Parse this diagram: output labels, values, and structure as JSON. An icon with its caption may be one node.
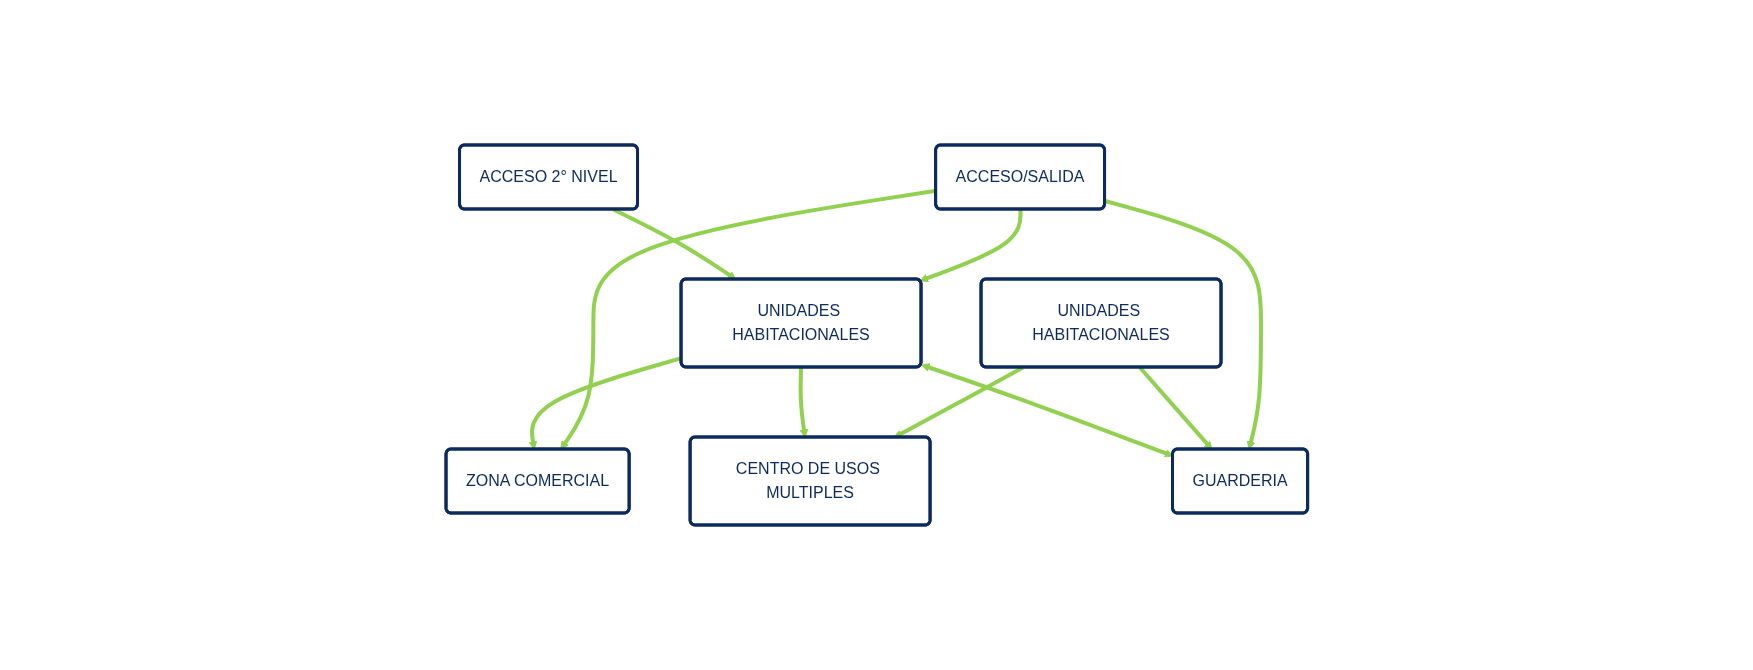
{
  "diagram": {
    "nodes": [
      {
        "text": [
          "ACCESO/SALIDA"
        ]
      },
      {
        "text": [
          "ZONA COMERCIAL"
        ]
      },
      {
        "text": [
          "GUARDERIA"
        ]
      },
      {
        "text": [
          "UNIDADES HABITACIONALES"
        ]
      },
      {
        "text": [
          "ACCESO 2° NIVEL"
        ]
      },
      {
        "text": [
          "UNIDADES HABITACIONALES"
        ]
      },
      {
        "text": [
          "CENTRO DE USOS MULTIPLES"
        ]
      }
    ],
    "edges": [
      {
        "from": 0,
        "to": 1,
        "arrow": "to"
      },
      {
        "from": 0,
        "to": 5,
        "arrow": "to"
      },
      {
        "from": 0,
        "to": 2,
        "arrow": "to"
      },
      {
        "from": 3,
        "to": 2,
        "arrow": "to"
      },
      {
        "from": 3,
        "to": 6,
        "arrow": "to"
      },
      {
        "from": 4,
        "to": 5,
        "arrow": "to"
      },
      {
        "from": 5,
        "to": 1,
        "arrow": "to"
      },
      {
        "from": 5,
        "to": 2,
        "arrow": "both"
      },
      {
        "from": 5,
        "to": 6,
        "arrow": "to"
      }
    ]
  }
}
